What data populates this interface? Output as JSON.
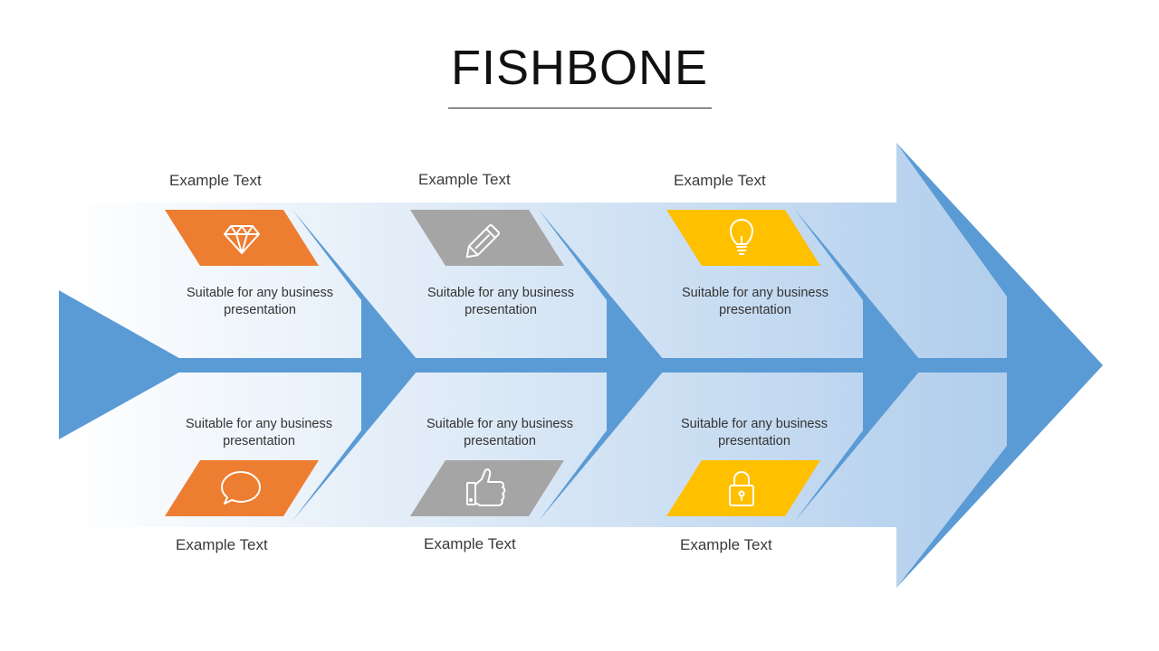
{
  "title": "FISHBONE",
  "colors": {
    "spine": "#5b9bd5",
    "orange": "#ed7d31",
    "gray": "#a5a5a5",
    "yellow": "#ffc000",
    "icon_stroke": "#ffffff"
  },
  "causes": [
    {
      "label": "Example Text",
      "description": "Suitable for any business presentation",
      "color": "orange",
      "icon": "diamond-icon"
    },
    {
      "label": "Example Text",
      "description": "Suitable for any business presentation",
      "color": "gray",
      "icon": "pencil-icon"
    },
    {
      "label": "Example Text",
      "description": "Suitable for any business presentation",
      "color": "yellow",
      "icon": "lightbulb-icon"
    },
    {
      "label": "Example Text",
      "description": "Suitable for any business presentation",
      "color": "orange",
      "icon": "speech-bubble-icon"
    },
    {
      "label": "Example Text",
      "description": "Suitable for any business presentation",
      "color": "gray",
      "icon": "thumbs-up-icon"
    },
    {
      "label": "Example Text",
      "description": "Suitable for any business presentation",
      "color": "yellow",
      "icon": "padlock-icon"
    }
  ]
}
